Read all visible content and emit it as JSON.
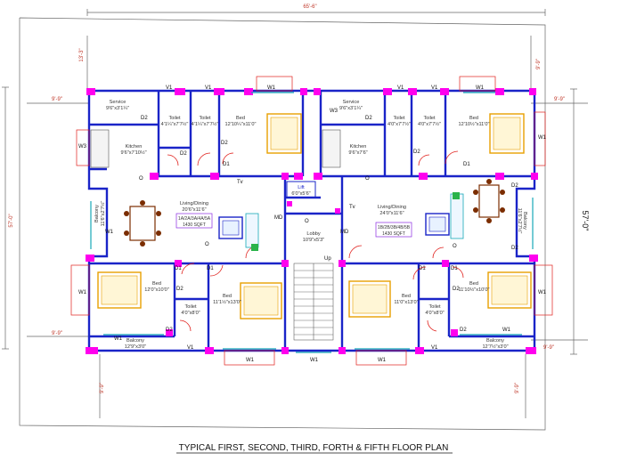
{
  "title": "TYPICAL FIRST, SECOND, THIRD, FORTH & FIFTH FLOOR PLAN",
  "dimensions": {
    "overall_width": "65'-6\"",
    "overall_depth": "57'-0\"",
    "depth_left": "57'-0\"",
    "setback_top_left": "13'-3\"",
    "setback_top_right": "9'-9\"",
    "side_left_top": "9'-9\"",
    "side_right_top": "9'-9\"",
    "side_left_bottom": "9'-9\"",
    "side_right_bottom": "9'-9\"",
    "setback_bottom_left": "9'-9\"",
    "setback_bottom_right": "9'-9\""
  },
  "flats": {
    "tl": {
      "id": "1A/2A/3A/4A/5A",
      "area": "1430 SQFT"
    },
    "tr": {
      "id": "1B/2B/3B/4B/5B",
      "area": "1430 SQFT"
    }
  },
  "rooms": {
    "service_l": {
      "name": "Service",
      "size": "9'6\"x3'1¼\""
    },
    "service_r": {
      "name": "Service",
      "size": "9'6\"x3'1¼\""
    },
    "kitchen_l": {
      "name": "Kitchen",
      "size": "9'6\"x7'10½\""
    },
    "kitchen_r": {
      "name": "Kitchen",
      "size": "9'6\"x7'6\""
    },
    "toilet_tl1": {
      "name": "Toilet",
      "size": "4'1¼\"x7'7½\""
    },
    "toilet_tl2": {
      "name": "Toilet",
      "size": "4'1¼\"x7'7½\""
    },
    "toilet_tr1": {
      "name": "Toilet",
      "size": "4'0\"x7'7½\""
    },
    "toilet_tr2": {
      "name": "Toilet",
      "size": "4'0\"x7'7½\""
    },
    "bed_tl": {
      "name": "Bed",
      "size": "12'10¼\"x11'0\""
    },
    "bed_tr": {
      "name": "Bed",
      "size": "12'10½\"x11'0\""
    },
    "living_l": {
      "name": "Living/Dining",
      "size": "20'6\"x11'6\""
    },
    "living_r": {
      "name": "Living/Dining",
      "size": "24'0\"x11'6\""
    },
    "lift": {
      "name": "Lift",
      "size": "6'0\"x5'6\""
    },
    "lobby": {
      "name": "Lobby",
      "size": "10'9\"x5'3\""
    },
    "balcony_l": {
      "name": "Balcony",
      "size": "11'6\"x2'7½\""
    },
    "balcony_r": {
      "name": "Balcony",
      "size": "11'6\"x2'7½\""
    },
    "bed_bl1": {
      "name": "Bed",
      "size": "12'0\"x10'0\""
    },
    "bed_bl2": {
      "name": "Bed",
      "size": "11'1½\"x13'0\""
    },
    "bed_br1": {
      "name": "Bed",
      "size": "11'0\"x13'0\""
    },
    "bed_br2": {
      "name": "Bed",
      "size": "11'10½\"x10'0\""
    },
    "toilet_bl": {
      "name": "Toilet",
      "size": "4'0\"x8'0\""
    },
    "toilet_br": {
      "name": "Toilet",
      "size": "4'0\"x8'0\""
    },
    "balcony_bl": {
      "name": "Balcony",
      "size": "12'9\"x3'0\""
    },
    "balcony_br": {
      "name": "Balcony",
      "size": "12'7½\"x3'0\""
    }
  },
  "openings": {
    "w1": "W1",
    "w3": "W3",
    "v1": "V1",
    "d1": "D1",
    "d2": "D2",
    "up": "Up",
    "md": "MD",
    "tv": "Tv",
    "o": "O"
  },
  "colors": {
    "wall": "#1a24c8",
    "column": "#ff00ee",
    "door": "#e0201c",
    "furniture": "#e8a000",
    "fixture": "#2ab34a",
    "window": "#18a8b8",
    "dim": "#c0392b"
  }
}
